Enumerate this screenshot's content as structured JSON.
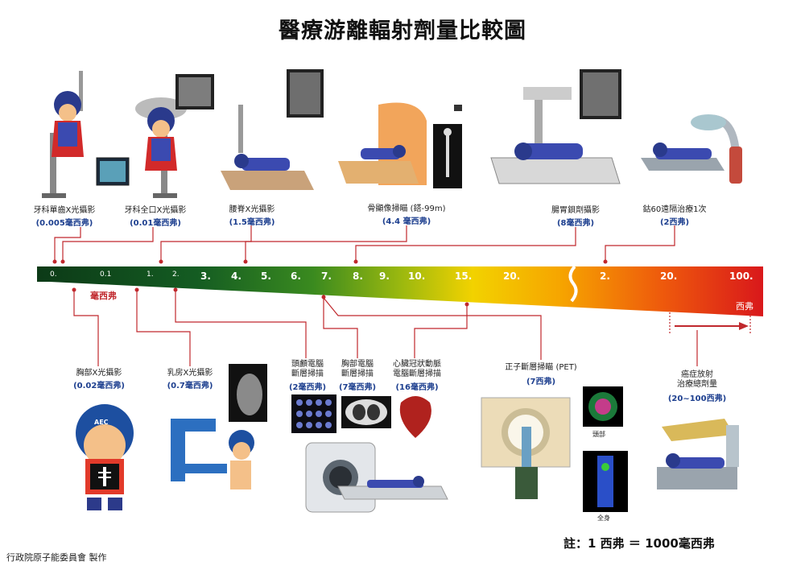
{
  "title": "醫療游離輻射劑量比較圖",
  "scale": {
    "unit": "毫西弗",
    "unit_sv": "西弗",
    "ticks": [
      "0.",
      "0.1",
      "1.",
      "2.",
      "3.",
      "4.",
      "5.",
      "6.",
      "7.",
      "8.",
      "9.",
      "10.",
      "15.",
      "20.",
      "2.",
      "20.",
      "100."
    ]
  },
  "top_items": [
    {
      "name": "牙科單齒X光攝影",
      "dose": "(0.005毫西弗)"
    },
    {
      "name": "牙科全口X光攝影",
      "dose": "(0.01毫西弗)"
    },
    {
      "name": "腰脊X光攝影",
      "dose": "(1.5毫西弗)"
    },
    {
      "name": "骨顯像掃瞄 (鎝-99m)",
      "dose": "(4.4 毫西弗)"
    },
    {
      "name": "腸胃鋇劑攝影",
      "dose": "(8毫西弗)"
    },
    {
      "name": "鈷60遠隔治療1次",
      "dose": "(2西弗)"
    }
  ],
  "bottom_items": [
    {
      "name": "胸部X光攝影",
      "dose": "(0.02毫西弗)"
    },
    {
      "name": "乳房X光攝影",
      "dose": "(0.7毫西弗)"
    },
    {
      "name1": "頭顱電腦",
      "name2": "斷層掃描",
      "dose": "(2毫西弗)"
    },
    {
      "name1": "胸部電腦",
      "name2": "斷層掃描",
      "dose": "(7毫西弗)"
    },
    {
      "name1": "心臟冠狀動脈",
      "name2": "電腦斷層掃描",
      "dose": "(16毫西弗)"
    },
    {
      "name": "正子斷層掃瞄 (PET)",
      "dose": "(7西弗)"
    },
    {
      "name1": "癌症放射",
      "name2": "治療總劑量",
      "dose": "(20~100西弗)"
    }
  ],
  "captions": {
    "head": "頭部",
    "body": "全身",
    "mascot_badge": "AEC"
  },
  "note": "註：1 西弗 ＝ 1000毫西弗",
  "maker": "行政院原子能委員會 製作"
}
